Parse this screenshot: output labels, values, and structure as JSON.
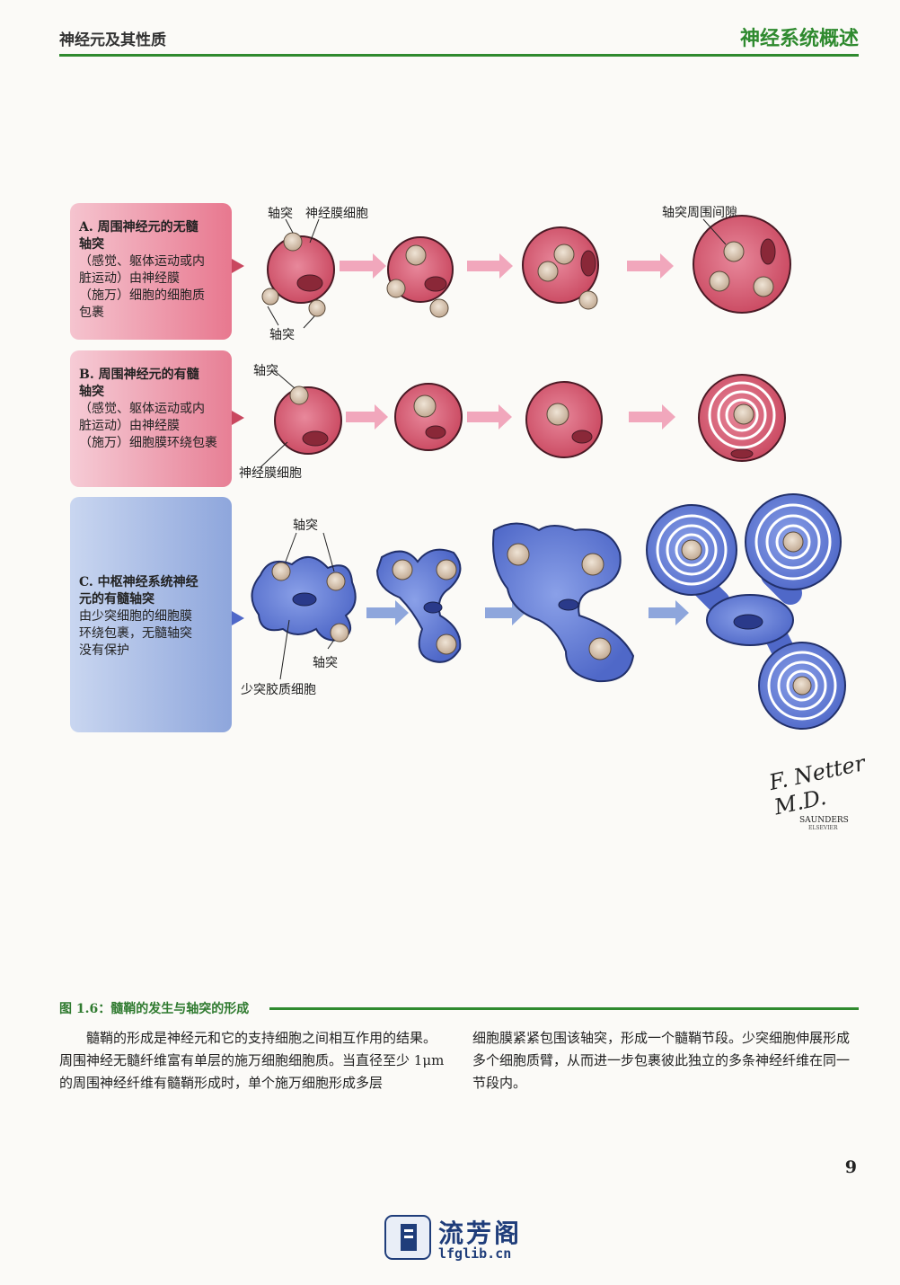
{
  "header": {
    "left_title": "神经元及其性质",
    "right_title": "神经系统概述"
  },
  "panel_a": {
    "lines": [
      "A. 周围神经元的无髓",
      "轴突",
      "（感觉、躯体运动或内",
      "脏运动）由神经膜",
      "（施万）细胞的细胞质",
      "包裹"
    ],
    "labels": {
      "axon_top": "轴突",
      "schwann": "神经膜细胞",
      "axon_bottom": "轴突",
      "periaxonal": "轴突周围间隙"
    }
  },
  "panel_b": {
    "lines": [
      "B. 周围神经元的有髓",
      "轴突",
      "（感觉、躯体运动或内",
      "脏运动）由神经膜",
      "（施万）细胞膜环绕包裹"
    ],
    "labels": {
      "axon": "轴突",
      "schwann": "神经膜细胞"
    }
  },
  "panel_c": {
    "lines": [
      "C. 中枢神经系统神经",
      "元的有髓轴突",
      "由少突细胞的细胞膜",
      "环绕包裹，无髓轴突",
      "没有保护"
    ],
    "labels": {
      "axon_top": "轴突",
      "axon_bottom": "轴突",
      "oligo": "少突胶质细胞"
    }
  },
  "signature": {
    "name": "F. Netter M.D.",
    "publisher": "SAUNDERS",
    "sub": "ELSEVIER"
  },
  "caption": "图 1.6：髓鞘的发生与轴突的形成",
  "body": {
    "col1": "髓鞘的形成是神经元和它的支持细胞之间相互作用的结果。周围神经无髓纤维富有单层的施万细胞细胞质。当直径至少 1μm 的周围神经纤维有髓鞘形成时，单个施万细胞形成多层",
    "col2": "细胞膜紧紧包围该轴突，形成一个髓鞘节段。少突细胞伸展形成多个细胞质臂，从而进一步包裹彼此独立的多条神经纤维在同一节段内。"
  },
  "page_number": "9",
  "footer_logo": {
    "name": "流芳阁",
    "url": "lfglib.cn"
  },
  "colors": {
    "green": "#2f8a2f",
    "pink": "#d9607a",
    "blue": "#6f86d6",
    "logo_blue": "#1f3d7a"
  }
}
